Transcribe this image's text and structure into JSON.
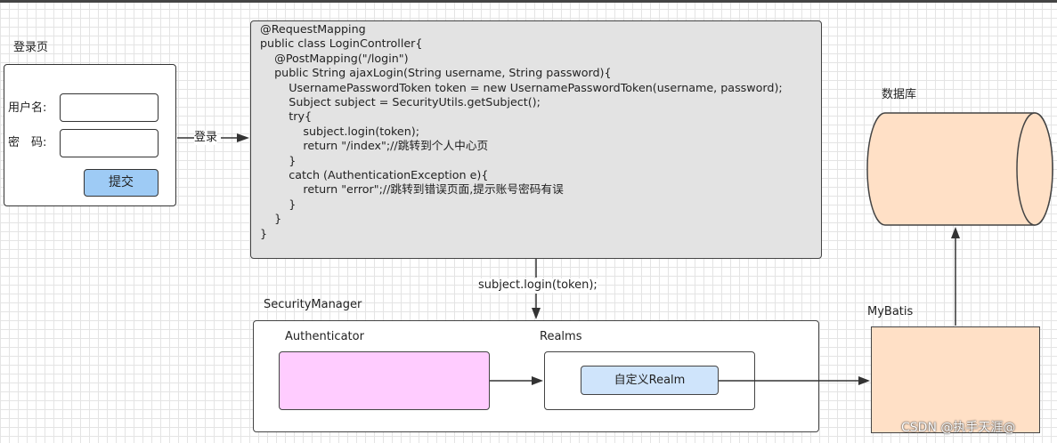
{
  "login_page": {
    "title": "登录页",
    "username_label": "用户名:",
    "password_label": "密　码:",
    "submit_label": "提交",
    "arrow_label": "登录"
  },
  "controller": {
    "code_lines": [
      "@RequestMapping",
      "public class LoginController{",
      "    @PostMapping(\"/login\")",
      "    public String ajaxLogin(String username, String password){",
      "        UsernamePasswordToken token = new UsernamePasswordToken(username, password);",
      "        Subject subject = SecurityUtils.getSubject();",
      "        try{",
      "            subject.login(token);",
      "            return \"/index\";//跳转到个人中心页",
      "        }",
      "        catch (AuthenticationException e){",
      "            return \"error\";//跳转到错误页面,提示账号密码有误",
      "        }",
      "    }",
      "}"
    ],
    "arrow_label": "subject.login(token);"
  },
  "security_manager": {
    "title": "SecurityManager",
    "authenticator_label": "Authenticator",
    "realms_label": "Realms",
    "custom_realm_label": "自定义Realm"
  },
  "mybatis": {
    "title": "MyBatis"
  },
  "database": {
    "title": "数据库"
  },
  "watermark": "CSDN @执手天涯@",
  "colors": {
    "code_bg": "#e3e3e3",
    "authenticator": "#ffccff",
    "submit_button": "#9ecbf5",
    "custom_realm": "#cfe4fb",
    "mybatis": "#ffe0c6",
    "database": "#ffe0c6"
  }
}
